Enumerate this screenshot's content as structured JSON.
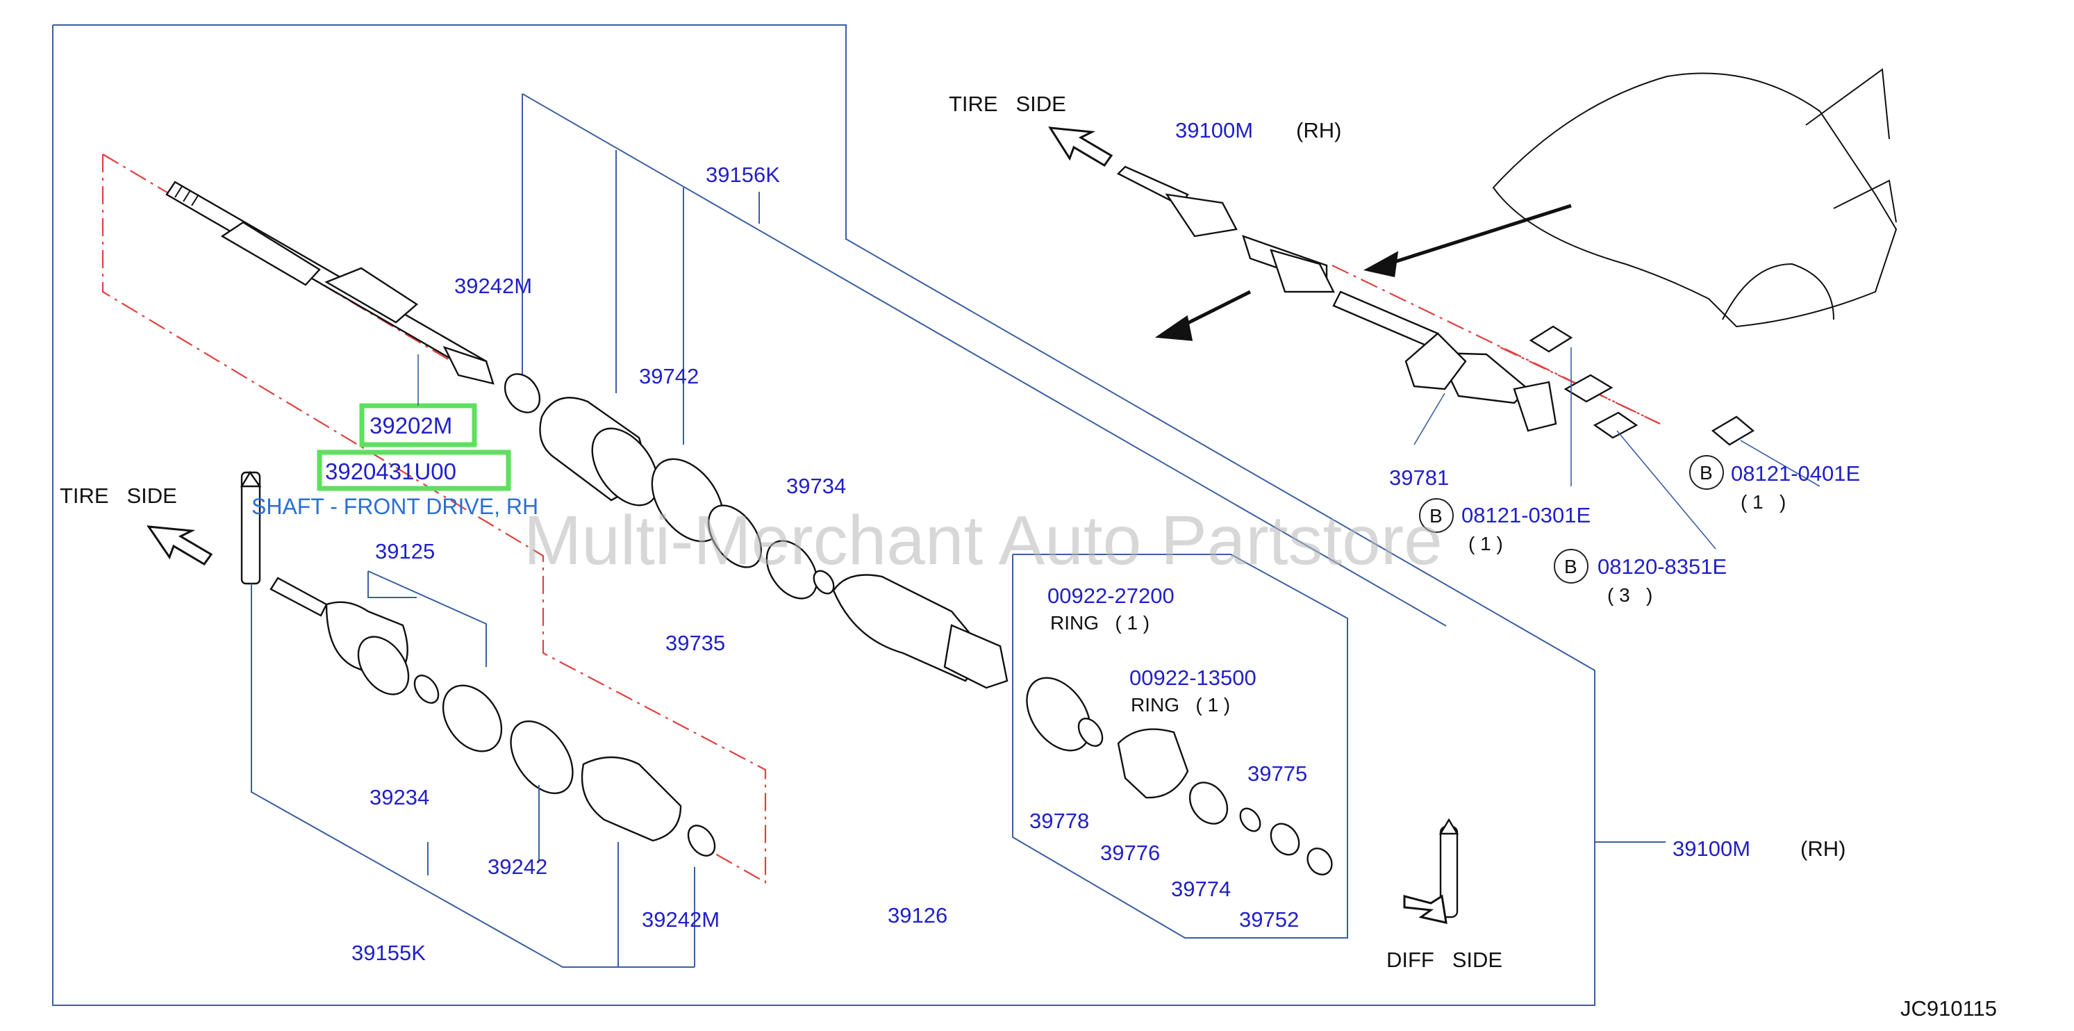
{
  "diagram": {
    "code": "JC910115",
    "watermark": "Multi-Merchant Auto Partstore",
    "tire_side_top": "TIRE   SIDE",
    "tire_side_left": "TIRE   SIDE",
    "diff_side": "DIFF   SIDE",
    "rh_top": "(RH)",
    "rh_right": "(RH)",
    "selected_part": "39202M",
    "selected_number": "3920431U00",
    "selected_description": "SHAFT - FRONT DRIVE, RH",
    "parts": {
      "p39100M_top": "39100M",
      "p39100M_right": "39100M",
      "p39156K": "39156K",
      "p39242M_top": "39242M",
      "p39742": "39742",
      "p39734": "39734",
      "p39735": "39735",
      "p39125": "39125",
      "p39234": "39234",
      "p39242": "39242",
      "p39242M_bottom": "39242M",
      "p39155K": "39155K",
      "p39126": "39126",
      "p39778": "39778",
      "p39776": "39776",
      "p39774": "39774",
      "p39775": "39775",
      "p39752": "39752",
      "p39781": "39781",
      "p00922_27200": "00922-27200",
      "p00922_13500": "00922-13500",
      "ring1": "RING   ( 1 )",
      "ring2": "RING   ( 1 )",
      "b1_num": "08121-0401E",
      "b1_qty": "( 1   )",
      "b2_num": "08121-0301E",
      "b2_qty": "( 1 )",
      "b3_num": "08120-8351E",
      "b3_qty": "( 3   )",
      "b_letter": "B"
    }
  }
}
